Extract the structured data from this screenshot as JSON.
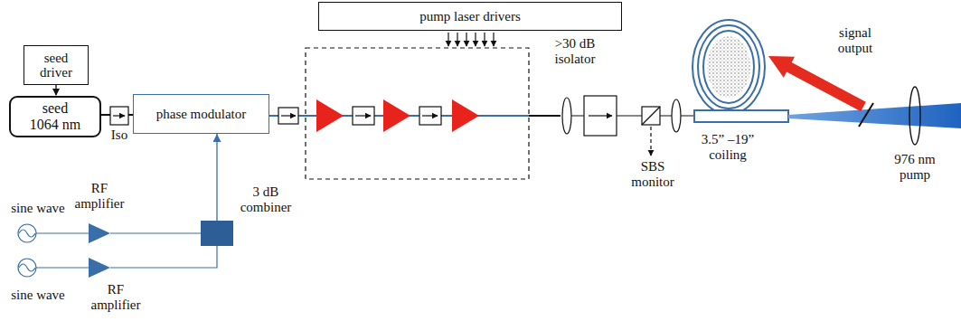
{
  "diagram": {
    "nodes": [
      {
        "text": [
          "pump laser drivers"
        ]
      },
      {
        "text": [
          "seed driver"
        ]
      },
      {
        "text": [
          "seed 1064 nm"
        ]
      },
      {
        "text": [
          "phase modulator"
        ]
      },
      {
        "text": [
          "3 dB combiner"
        ]
      }
    ],
    "edges": [
      {
        "from": 1,
        "to": 2,
        "arrow": "to"
      },
      {
        "from": 2,
        "to": 3,
        "arrow": "none"
      },
      {
        "from": 4,
        "to": 3,
        "arrow": "to"
      }
    ],
    "labels": [
      "Iso",
      "sine wave",
      "RF amplifier",
      "sine wave",
      "RF amplifier",
      ">30 dB isolator",
      "SBS monitor",
      "3.5” –19” coiling",
      "signal output",
      "976 nm pump"
    ]
  }
}
